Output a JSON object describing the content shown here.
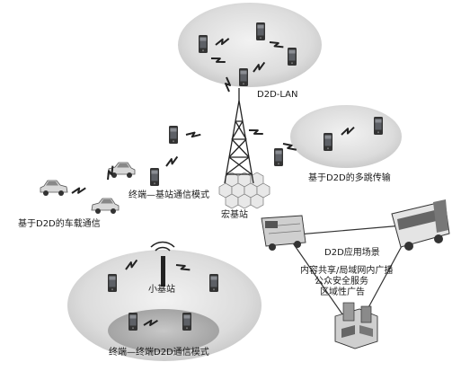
{
  "labels": {
    "d2d_lan": "D2D-LAN",
    "multi_hop": "基于D2D的多跳传输",
    "vehicular": "基于D2D的车载通信",
    "device_to_bs": "终端—基站通信模式",
    "macro_bs": "宏基站",
    "small_bs": "小基站",
    "device_to_device": "终端—终端D2D通信模式",
    "scenarios_title": "D2D应用场景",
    "scenario_items": [
      "内容共享/局域网内广播",
      "公众安全服务",
      "区域性广告"
    ]
  },
  "icons": {
    "phone": "mobile-phone-icon",
    "car": "car-icon",
    "tower": "lattice-tower-icon",
    "small_bs": "small-base-station-icon",
    "link": "lightning-link-icon",
    "truck": "truck-icon",
    "bus": "bus-icon",
    "building": "building-icon"
  },
  "colors": {
    "cloud_fill": "#dcdcdc",
    "cloud_dark": "#b4b4b4",
    "ink": "#1a1a1a",
    "hex_fill": "#e8e8e8"
  }
}
